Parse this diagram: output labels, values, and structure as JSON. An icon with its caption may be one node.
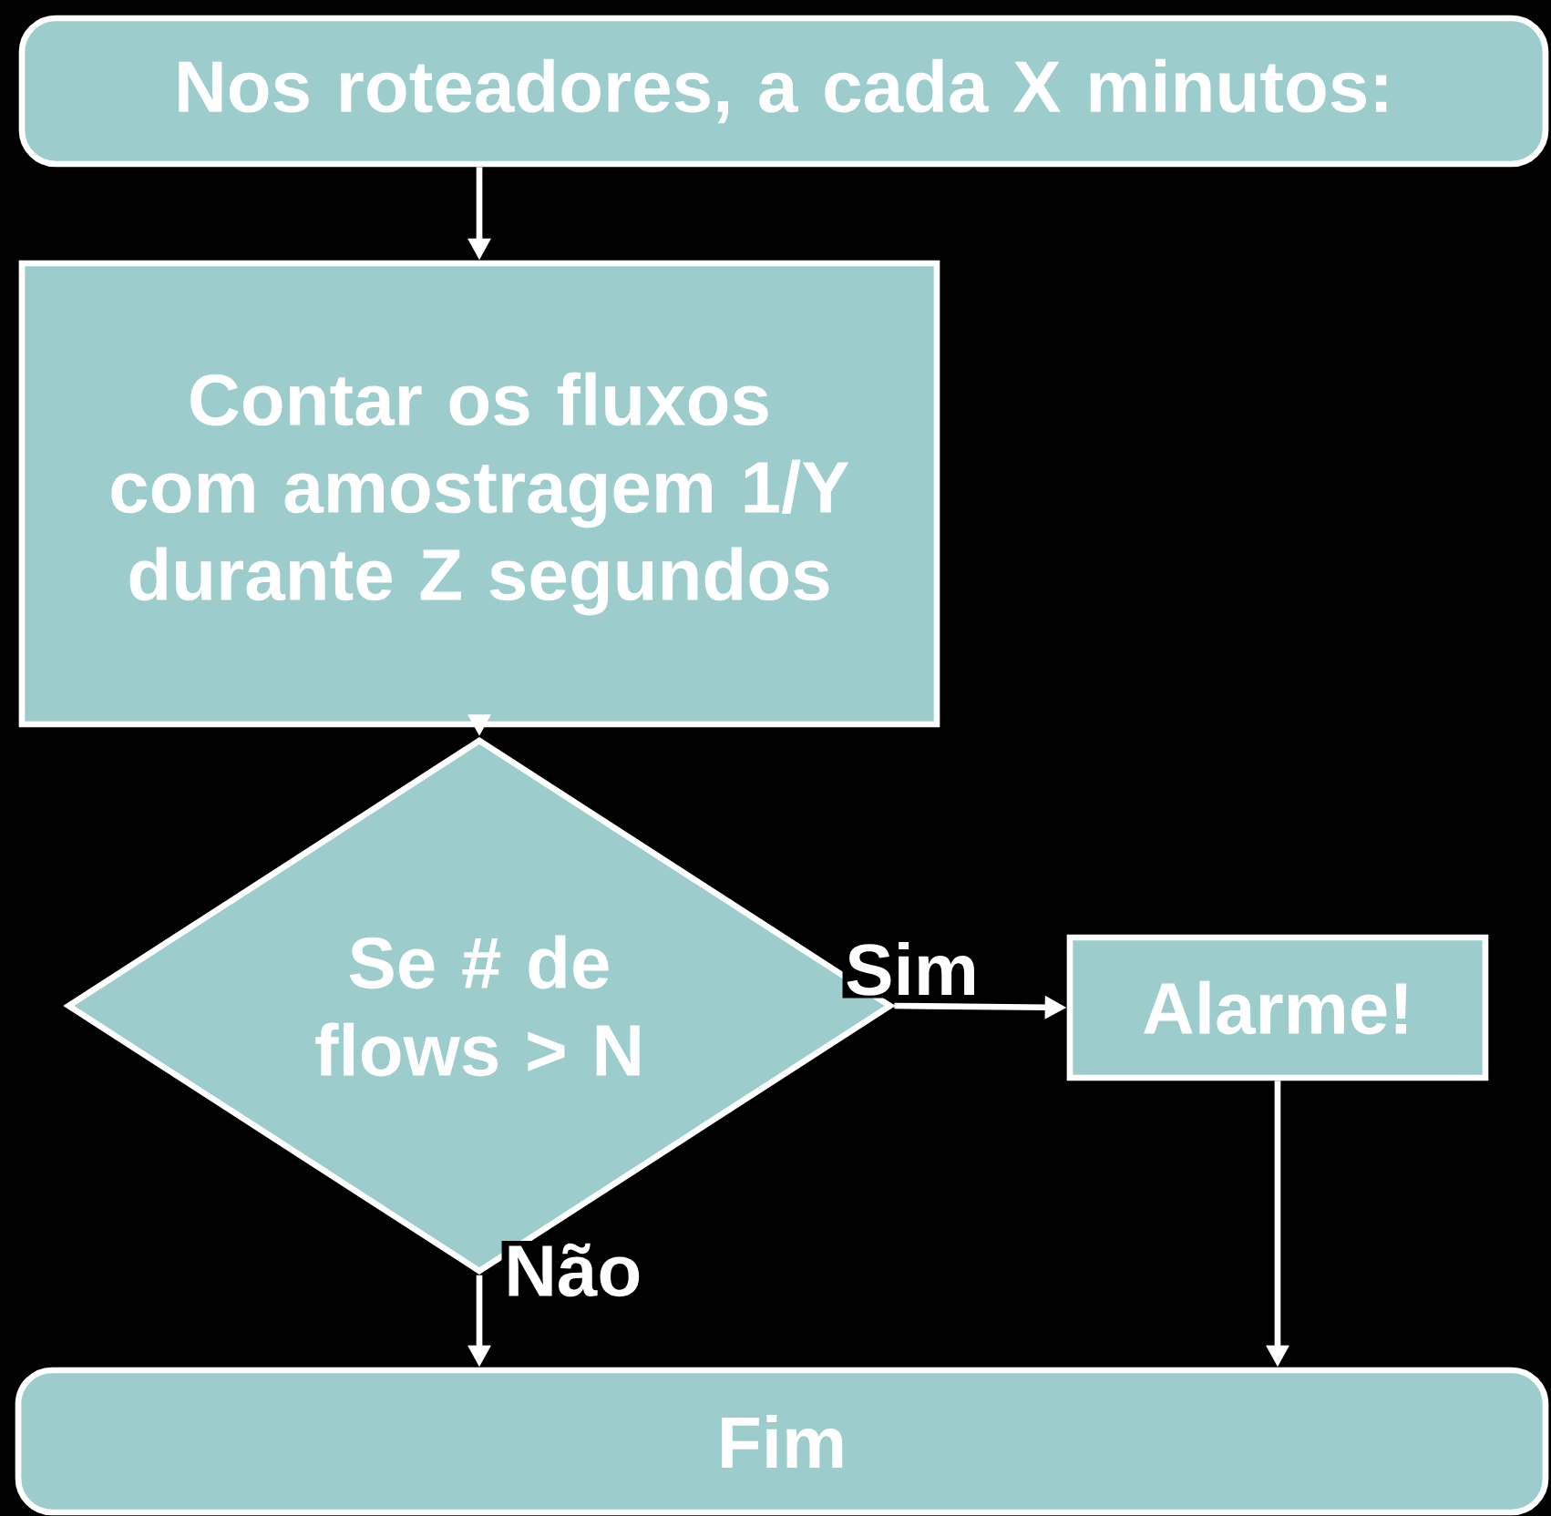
{
  "diagram": {
    "nodes": [
      {
        "text": [
          "Nos roteadores, a cada X minutos:"
        ]
      },
      {
        "text": [
          "Contar os fluxos com amostragem 1/Y durante Z segundos"
        ]
      },
      {
        "text": [
          "Se # de flows > N"
        ]
      },
      {
        "text": [
          "Alarme!"
        ]
      },
      {
        "text": [
          "Fim"
        ]
      }
    ],
    "edges": [
      {
        "from": 0,
        "to": 1,
        "arrow": "to"
      },
      {
        "from": 1,
        "to": 2,
        "arrow": "to"
      },
      {
        "from": 2,
        "to": 3,
        "arrow": "to",
        "label": "Sim"
      },
      {
        "from": 2,
        "to": 4,
        "arrow": "to",
        "label": "Não"
      },
      {
        "from": 3,
        "to": 4,
        "arrow": "to"
      }
    ]
  }
}
